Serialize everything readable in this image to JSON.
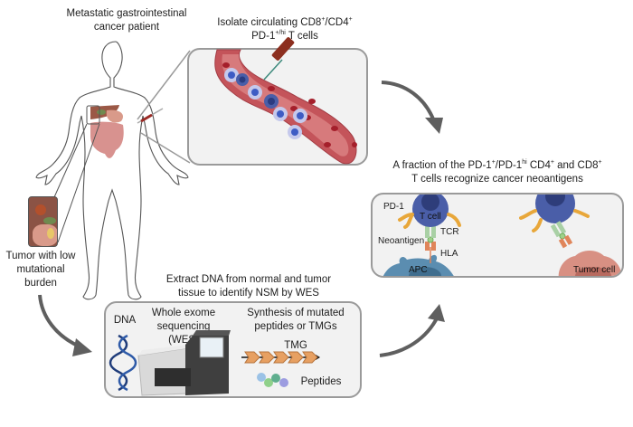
{
  "patient": {
    "title_line1": "Metastatic gastrointestinal",
    "title_line2": "cancer patient",
    "tumor_label_line1": "Tumor with low",
    "tumor_label_line2": "mutational",
    "tumor_label_line3": "burden"
  },
  "isolate": {
    "title_line1_prefix": "Isolate circulating CD8",
    "title_line1_sup1": "+",
    "title_line1_mid": "/CD4",
    "title_line1_sup2": "+",
    "title_line2_prefix": "PD-1",
    "title_line2_sup": "+/hi",
    "title_line2_suffix": " T cells"
  },
  "recognition": {
    "title_line1_a": "A fraction of the PD-1",
    "title_line1_sup1": "+",
    "title_line1_b": "/PD-1",
    "title_line1_sup2": "hi",
    "title_line1_c": " CD4",
    "title_line1_sup3": "+",
    "title_line1_d": " and CD8",
    "title_line1_sup4": "+",
    "title_line2": "T cells recognize cancer neoantigens",
    "labels": {
      "pd1": "PD-1",
      "tcell": "T cell",
      "tcr": "TCR",
      "neoantigen": "Neoantigen",
      "hla": "HLA",
      "apc": "APC",
      "tumor_cell": "Tumor cell"
    }
  },
  "extraction": {
    "title_line1": "Extract DNA from normal and tumor",
    "title_line2": "tissue to identify NSM by WES",
    "dna_label": "DNA",
    "wes_line1": "Whole exome",
    "wes_line2": "sequencing (WES)",
    "synth_line1": "Synthesis of mutated",
    "synth_line2": "peptides or TMGs",
    "tmg_label": "TMG",
    "peptides_label": "Peptides"
  },
  "colors": {
    "arrow": "#5f5f5f",
    "panel_bg": "#f2f2f2",
    "panel_border": "#9a9a9a",
    "vessel": "#c4545a",
    "tcell": "#4a5ea8",
    "apc": "#5b8db0",
    "tumor": "#d89083",
    "tmg_arrow": "#e7a062"
  }
}
